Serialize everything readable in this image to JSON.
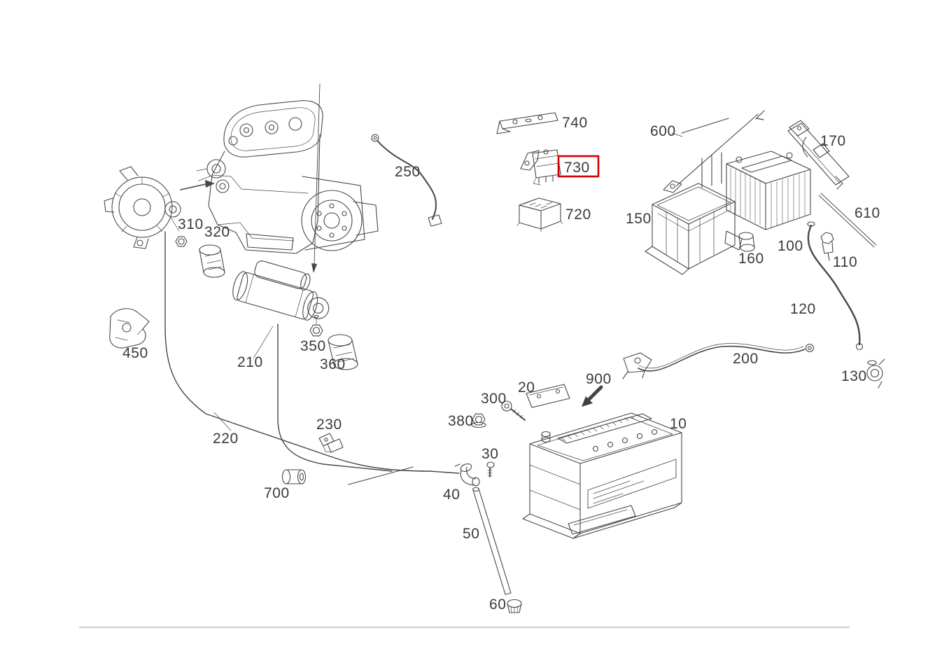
{
  "diagram": {
    "type": "exploded-parts-diagram",
    "subject": "engine electrical system - battery, alternator, starter, cables",
    "background": "#ffffff",
    "line_color": "#474747",
    "highlight_color": "#d10000",
    "selected_callout": "730"
  },
  "callouts": {
    "c10": "10",
    "c20": "20",
    "c30": "30",
    "c40": "40",
    "c50": "50",
    "c60": "60",
    "c100": "100",
    "c110": "110",
    "c120": "120",
    "c130": "130",
    "c150": "150",
    "c160": "160",
    "c170": "170",
    "c200": "200",
    "c210": "210",
    "c220": "220",
    "c230": "230",
    "c250": "250",
    "c300": "300",
    "c310": "310",
    "c320": "320",
    "c350": "350",
    "c360": "360",
    "c380": "380",
    "c450": "450",
    "c600": "600",
    "c610": "610",
    "c700": "700",
    "c720": "720",
    "c730": "730",
    "c740": "740",
    "c900": "900"
  }
}
